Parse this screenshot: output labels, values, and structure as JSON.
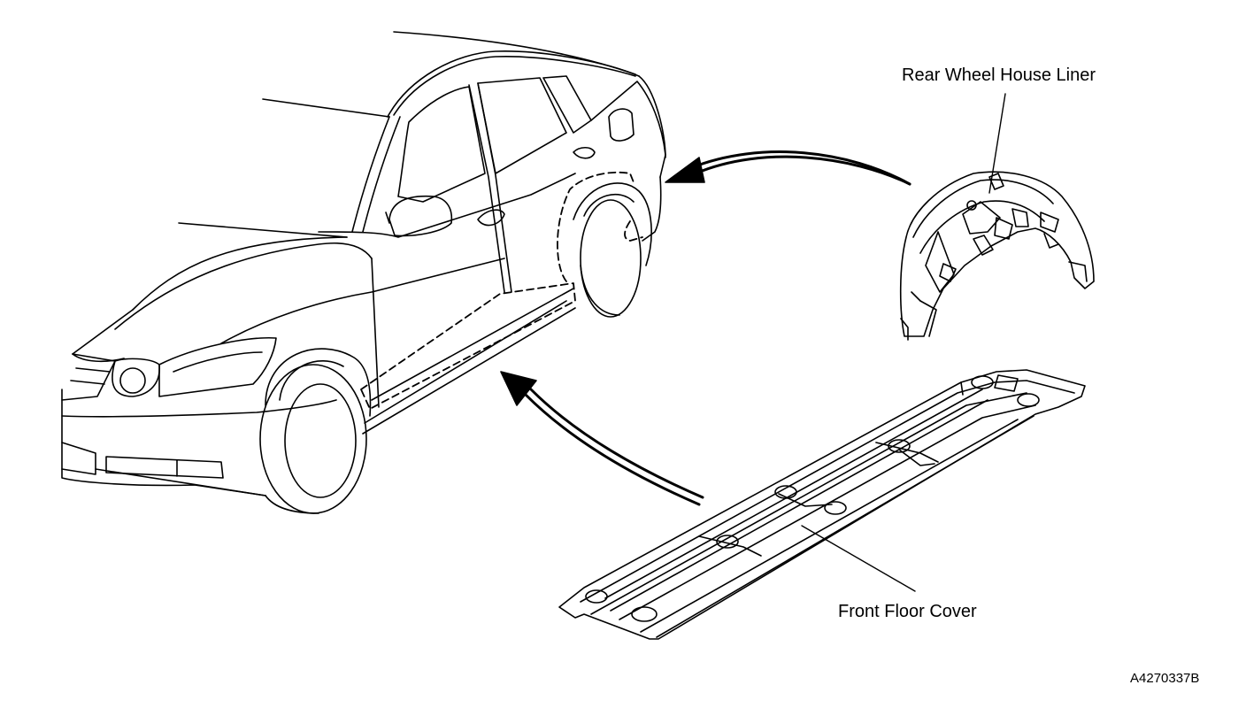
{
  "callouts": {
    "rear_wheel_house_liner": "Rear Wheel House Liner",
    "front_floor_cover": "Front Floor Cover"
  },
  "figure_code": "A4270337B",
  "colors": {
    "line": "#000000",
    "background": "#ffffff"
  }
}
